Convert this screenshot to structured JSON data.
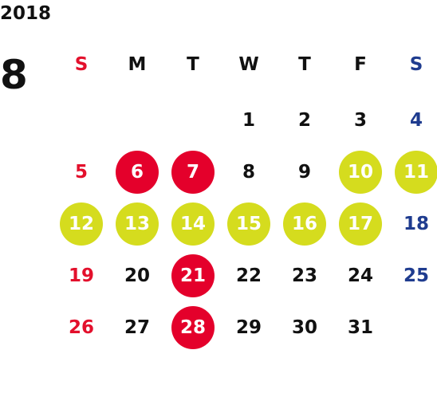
{
  "year": "2018",
  "month": "8",
  "weekdays": [
    "S",
    "M",
    "T",
    "W",
    "T",
    "F",
    "S"
  ],
  "colors": {
    "sunday": "#e3102c",
    "saturday": "#1f3c8f",
    "holiday_highlight": "#e4002b",
    "vacation_highlight": "#d5dc1e",
    "default_text": "#111111"
  },
  "weeks": [
    [
      {
        "day": ""
      },
      {
        "day": ""
      },
      {
        "day": ""
      },
      {
        "day": "1"
      },
      {
        "day": "2"
      },
      {
        "day": "3"
      },
      {
        "day": "4"
      }
    ],
    [
      {
        "day": "5"
      },
      {
        "day": "6",
        "highlight": "red"
      },
      {
        "day": "7",
        "highlight": "red"
      },
      {
        "day": "8"
      },
      {
        "day": "9"
      },
      {
        "day": "10",
        "highlight": "yellow"
      },
      {
        "day": "11",
        "highlight": "yellow"
      }
    ],
    [
      {
        "day": "12",
        "highlight": "yellow"
      },
      {
        "day": "13",
        "highlight": "yellow"
      },
      {
        "day": "14",
        "highlight": "yellow"
      },
      {
        "day": "15",
        "highlight": "yellow"
      },
      {
        "day": "16",
        "highlight": "yellow"
      },
      {
        "day": "17",
        "highlight": "yellow"
      },
      {
        "day": "18"
      }
    ],
    [
      {
        "day": "19"
      },
      {
        "day": "20"
      },
      {
        "day": "21",
        "highlight": "red"
      },
      {
        "day": "22"
      },
      {
        "day": "23"
      },
      {
        "day": "24"
      },
      {
        "day": "25"
      }
    ],
    [
      {
        "day": "26"
      },
      {
        "day": "27"
      },
      {
        "day": "28",
        "highlight": "red"
      },
      {
        "day": "29"
      },
      {
        "day": "30"
      },
      {
        "day": "31"
      },
      {
        "day": ""
      }
    ]
  ]
}
